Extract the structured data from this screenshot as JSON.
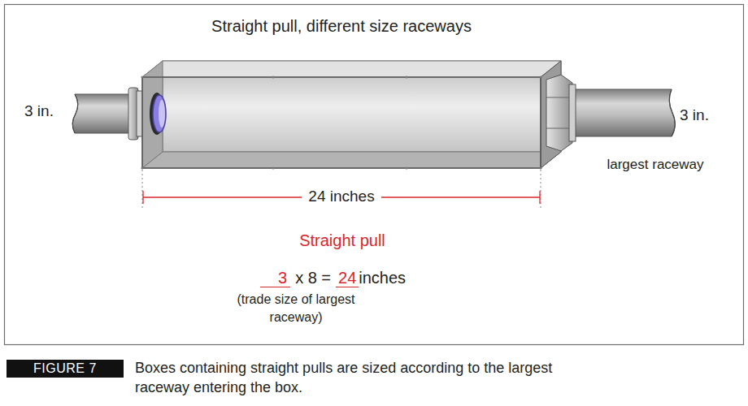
{
  "diagram": {
    "title": "Straight pull, different size raceways",
    "caption": "Boxes containing straight pulls are sized according to the largest raceway entering the box.",
    "nodes": [
      {
        "text": [
          "FIGURE 7"
        ]
      }
    ],
    "labels": [
      "3 in.",
      "3 in.",
      "largest raceway",
      "24 inches",
      "Straight pull",
      "3",
      "x 8 =",
      "24",
      "inches",
      "(trade size of largest raceway)"
    ]
  }
}
